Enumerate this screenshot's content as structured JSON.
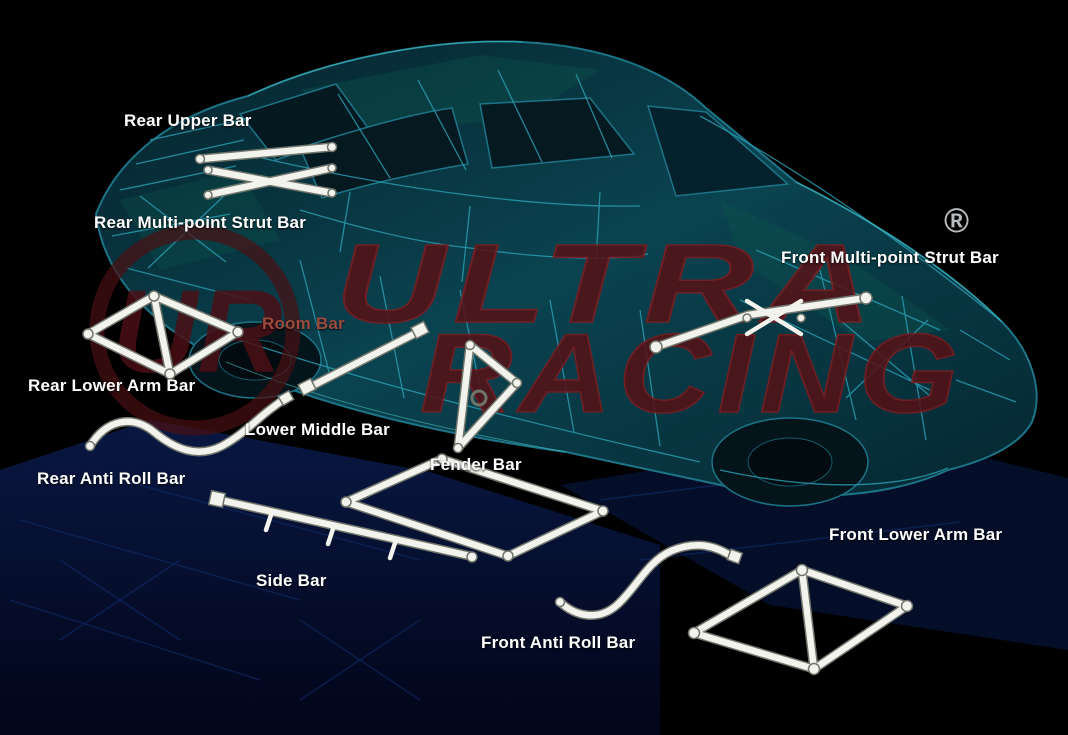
{
  "scene": {
    "background_color": "#000000",
    "car_wireframe_color": "#1c7487",
    "car_body_color": "#0a4350",
    "bar_color": "#f2f3ec",
    "floor_color": "#051030"
  },
  "watermark": {
    "brand_line1": "ULTRA",
    "brand_line2": "RACING",
    "emblem": "UR",
    "registered_symbol": "®",
    "color": "#531217"
  },
  "labels": [
    {
      "part": "rear-upper-bar",
      "text": "Rear Upper Bar",
      "color": "#ffffff"
    },
    {
      "part": "rear-multi-point-strut-bar",
      "text": "Rear Multi-point Strut Bar",
      "color": "#ffffff"
    },
    {
      "part": "front-multi-point-strut-bar",
      "text": "Front Multi-point Strut Bar",
      "color": "#ffffff"
    },
    {
      "part": "room-bar",
      "text": "Room Bar",
      "color": "#9b4a3c"
    },
    {
      "part": "rear-lower-arm-bar",
      "text": "Rear Lower Arm Bar",
      "color": "#ffffff"
    },
    {
      "part": "lower-middle-bar",
      "text": "Lower Middle Bar",
      "color": "#ffffff"
    },
    {
      "part": "fender-bar",
      "text": "Fender Bar",
      "color": "#ffffff"
    },
    {
      "part": "rear-anti-roll-bar",
      "text": "Rear Anti Roll Bar",
      "color": "#ffffff"
    },
    {
      "part": "side-bar",
      "text": "Side Bar",
      "color": "#ffffff"
    },
    {
      "part": "front-anti-roll-bar",
      "text": "Front Anti Roll Bar",
      "color": "#ffffff"
    },
    {
      "part": "front-lower-arm-bar",
      "text": "Front Lower Arm Bar",
      "color": "#ffffff"
    }
  ]
}
